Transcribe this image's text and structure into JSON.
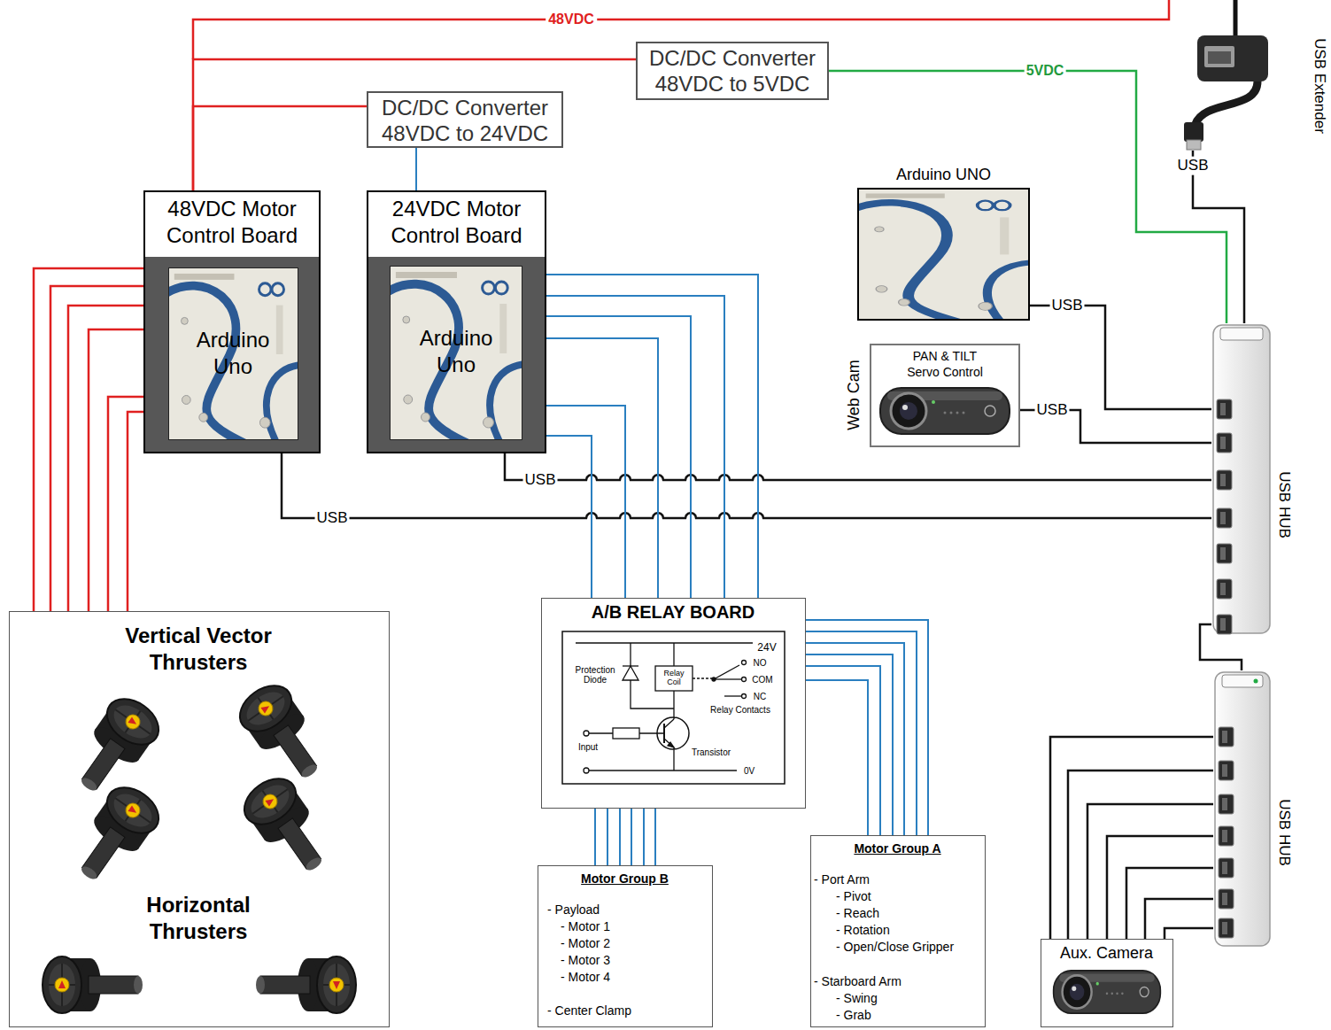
{
  "diagram": {
    "nodes": [
      {
        "text": [
          "USB Extender"
        ]
      },
      {
        "text": [
          "DC/DC Converter 48VDC to 5VDC"
        ]
      },
      {
        "text": [
          "DC/DC Converter 48VDC to 24VDC"
        ]
      },
      {
        "text": [
          "48VDC Motor Control Board"
        ]
      },
      {
        "text": [
          "Arduino Uno"
        ],
        "in": 3
      },
      {
        "text": [
          "24VDC Motor Control Board"
        ]
      },
      {
        "text": [
          "Arduino Uno"
        ],
        "in": 5
      },
      {
        "text": [
          "Arduino UNO"
        ]
      },
      {
        "text": [
          "Web Cam",
          "PAN & TILT Servo Control"
        ]
      },
      {
        "text": [
          "USB HUB"
        ]
      },
      {
        "text": [
          "Vertical Vector Thrusters",
          "Horizontal Thrusters"
        ]
      },
      {
        "text": [
          "A/B RELAY BOARD"
        ]
      },
      {
        "text": [
          "USB HUB"
        ]
      },
      {
        "text": [
          "Motor Group B",
          "- Payload",
          "- Motor 1",
          "- Motor 2",
          "- Motor 3",
          "- Motor 4",
          "- Center Clamp"
        ]
      },
      {
        "text": [
          "Motor Group A",
          "- Port Arm",
          "- Pivot",
          "- Reach",
          "- Rotation",
          "- Open/Close Gripper",
          "- Starboard Arm",
          "- Swing",
          "- Grab"
        ]
      },
      {
        "text": [
          "Aux. Camera"
        ]
      }
    ],
    "edges": [
      {
        "from": 3,
        "to": 1,
        "arrow": "none"
      },
      {
        "from": 3,
        "to": 2,
        "arrow": "none"
      },
      {
        "from": 2,
        "to": 5,
        "arrow": "none"
      },
      {
        "from": 1,
        "to": 9,
        "label": "5VDC",
        "arrow": "none"
      },
      {
        "from": 0,
        "to": 9,
        "label": "USB",
        "arrow": "none"
      },
      {
        "from": 7,
        "to": 9,
        "label": "USB",
        "arrow": "none"
      },
      {
        "from": 8,
        "to": 9,
        "label": "USB",
        "arrow": "none"
      },
      {
        "from": 5,
        "to": 9,
        "label": "USB",
        "arrow": "none"
      },
      {
        "from": 3,
        "to": 9,
        "label": "USB",
        "arrow": "none"
      },
      {
        "from": 9,
        "to": 12,
        "arrow": "none"
      },
      {
        "from": 3,
        "to": 10,
        "arrow": "none"
      },
      {
        "from": 3,
        "to": 10,
        "arrow": "none"
      },
      {
        "from": 3,
        "to": 10,
        "arrow": "none"
      },
      {
        "from": 3,
        "to": 10,
        "arrow": "none"
      },
      {
        "from": 3,
        "to": 10,
        "arrow": "none"
      },
      {
        "from": 3,
        "to": 10,
        "arrow": "none"
      },
      {
        "from": 5,
        "to": 11,
        "arrow": "none"
      },
      {
        "from": 5,
        "to": 11,
        "arrow": "none"
      },
      {
        "from": 5,
        "to": 11,
        "arrow": "none"
      },
      {
        "from": 5,
        "to": 11,
        "arrow": "none"
      },
      {
        "from": 5,
        "to": 11,
        "arrow": "none"
      },
      {
        "from": 5,
        "to": 11,
        "arrow": "none"
      },
      {
        "from": 11,
        "to": 13,
        "arrow": "none"
      },
      {
        "from": 11,
        "to": 13,
        "arrow": "none"
      },
      {
        "from": 11,
        "to": 13,
        "arrow": "none"
      },
      {
        "from": 11,
        "to": 13,
        "arrow": "none"
      },
      {
        "from": 11,
        "to": 13,
        "arrow": "none"
      },
      {
        "from": 11,
        "to": 13,
        "arrow": "none"
      },
      {
        "from": 11,
        "to": 14,
        "arrow": "none"
      },
      {
        "from": 11,
        "to": 14,
        "arrow": "none"
      },
      {
        "from": 11,
        "to": 14,
        "arrow": "none"
      },
      {
        "from": 11,
        "to": 14,
        "arrow": "none"
      },
      {
        "from": 11,
        "to": 14,
        "arrow": "none"
      },
      {
        "from": 11,
        "to": 14,
        "arrow": "none"
      },
      {
        "from": 15,
        "to": 12,
        "arrow": "none"
      },
      {
        "from": 15,
        "to": 12,
        "arrow": "none"
      },
      {
        "from": 15,
        "to": 12,
        "arrow": "none"
      },
      {
        "from": 15,
        "to": 12,
        "arrow": "none"
      },
      {
        "from": 15,
        "to": 12,
        "arrow": "none"
      },
      {
        "from": 15,
        "to": 12,
        "arrow": "none"
      },
      {
        "from": 15,
        "to": 12,
        "arrow": "none"
      }
    ],
    "labels": [
      "48VDC",
      "24V",
      "Protection Diode",
      "Relay Coil",
      "NO",
      "COM",
      "NC",
      "Relay Contacts",
      "Input",
      "Transistor",
      "0V"
    ]
  }
}
